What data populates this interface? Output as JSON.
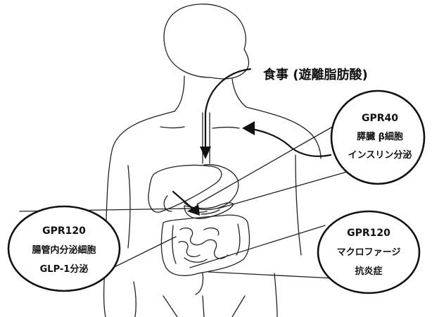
{
  "food_label": "食事 (遊離脂肪酸)",
  "callouts": {
    "gpr40": {
      "lines": [
        "GPR40",
        "膵臓 β細胞",
        "インスリン分泌"
      ]
    },
    "gpr120_intestine": {
      "lines": [
        "GPR120",
        "腸管内分泌細胞",
        "GLP-1分泌"
      ]
    },
    "gpr120_macrophage": {
      "lines": [
        "GPR120",
        "マクロファージ",
        "抗炎症"
      ]
    }
  }
}
